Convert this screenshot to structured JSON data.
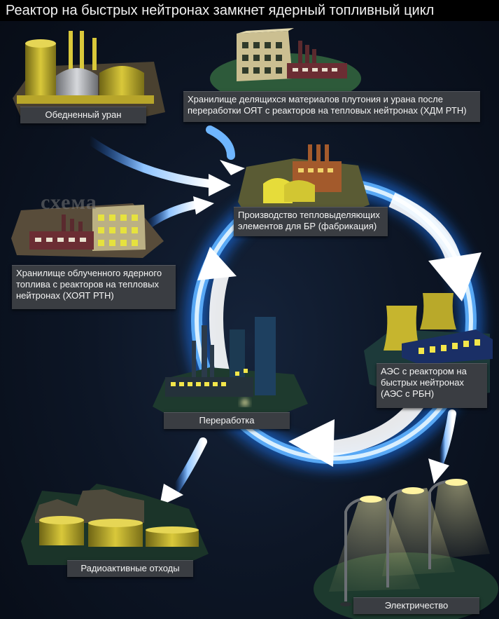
{
  "title": "Реактор на быстрых нейтронах замкнет ядерный топливный цикл",
  "watermark": "схема",
  "nodes": {
    "depleted_uranium": "Обедненный уран",
    "storage_hdm": "Хранилище делящихся материалов плутония и урана после переработки ОЯТ с реакторов на тепловых нейтронах (ХДМ РТН)",
    "fabrication": "Производство тепловыделяющих элементов для БР (фабрикация)",
    "storage_hoyat": "Хранилище облученного ядерного топлива с реакторов на тепловых нейтронах (ХОЯТ РТН)",
    "npp_fast": "АЭС с реактором на быстрых нейтронах (АЭС с РБН)",
    "reprocessing": "Переработка",
    "radioactive_waste": "Радиоактивные отходы",
    "electricity": "Электричество"
  },
  "colors": {
    "background": "#0b1320",
    "cycle_glow": "#2f8cff",
    "arrow": "#ffffff",
    "label_bg": "#3a3d42",
    "building_yellow": "#c8b62c",
    "window_light": "#f3e64a"
  }
}
